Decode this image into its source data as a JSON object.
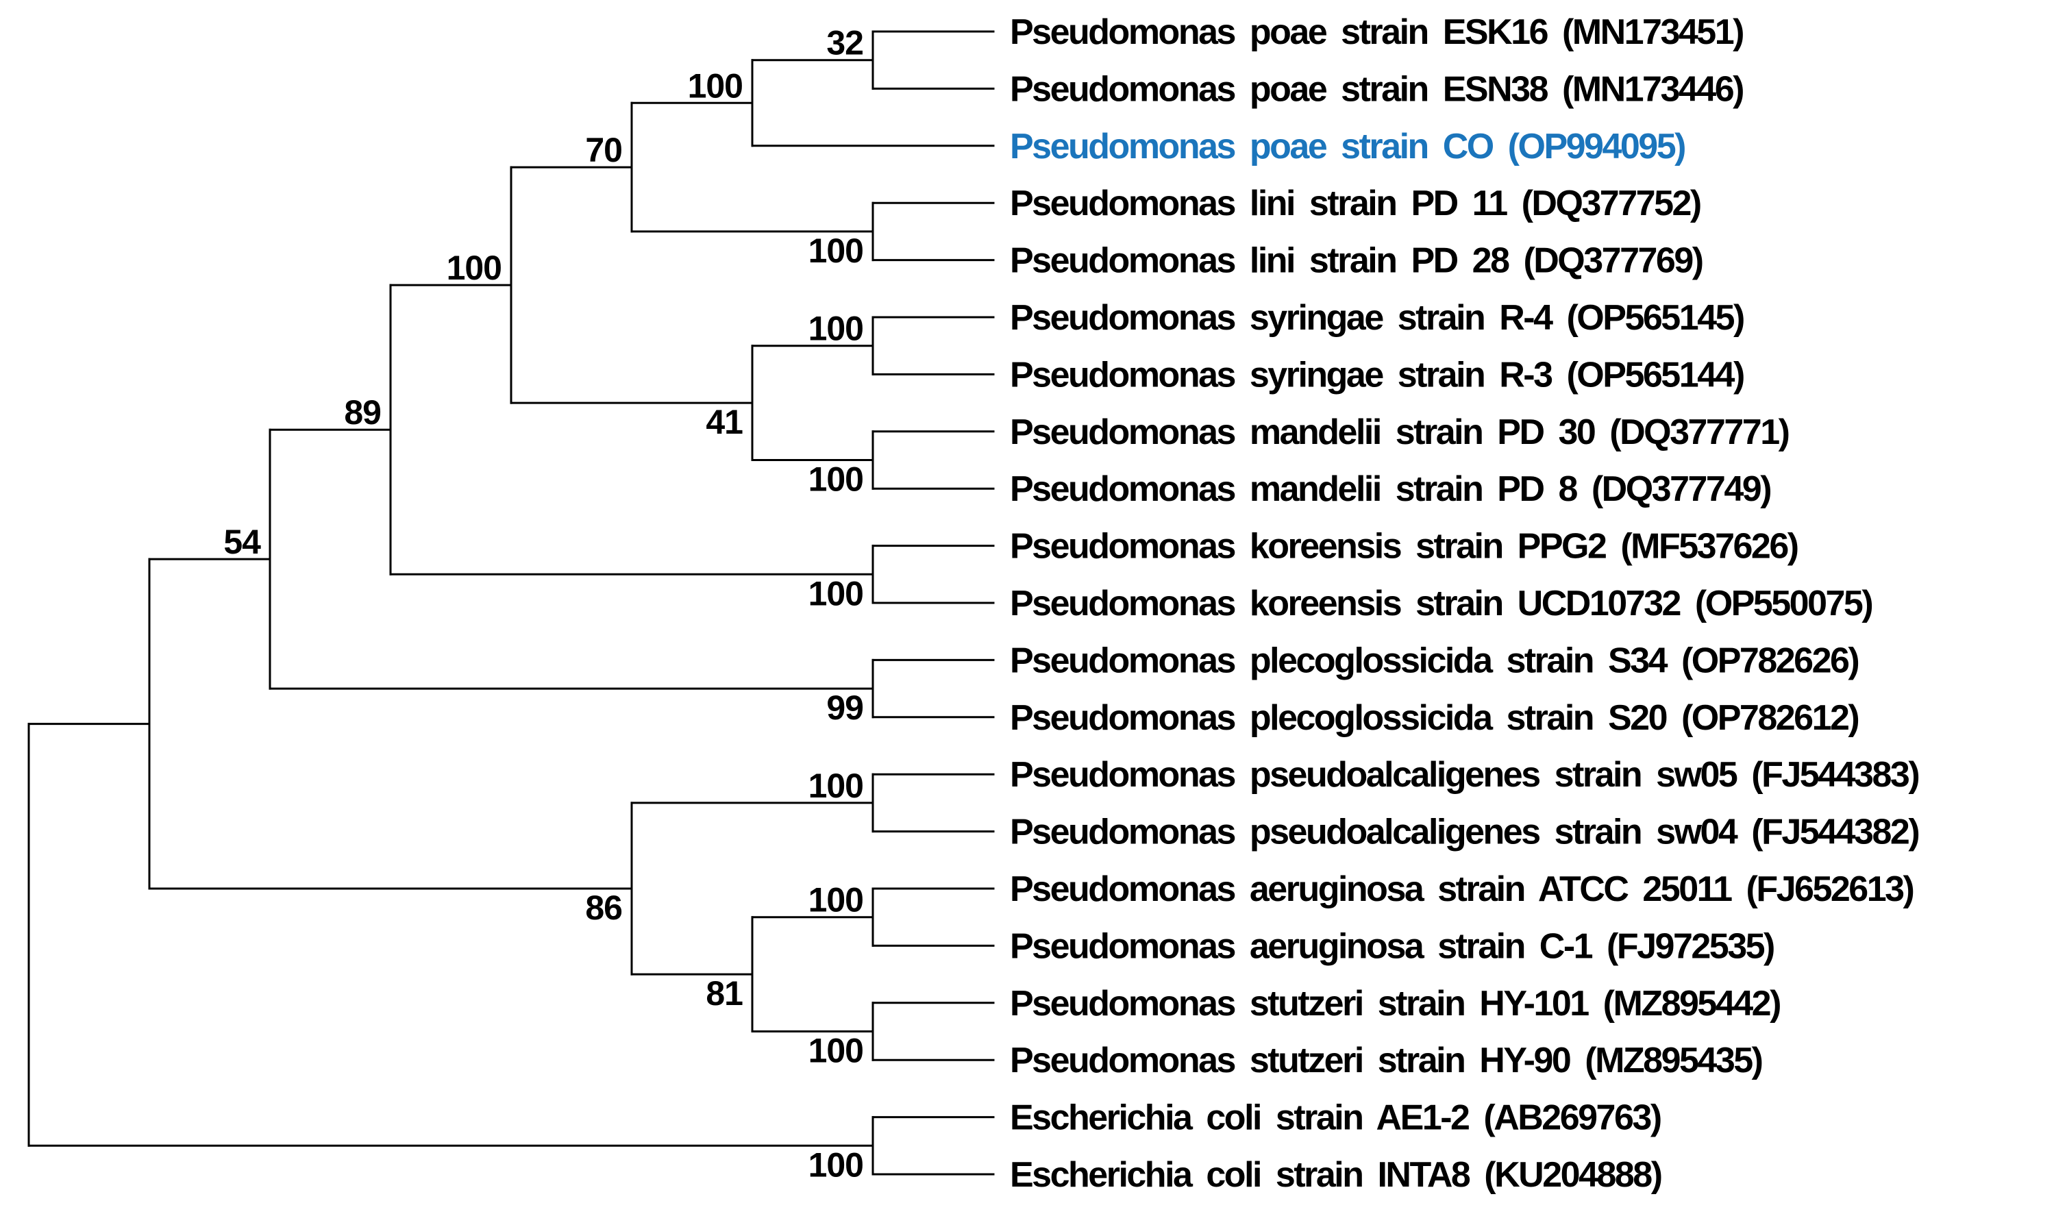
{
  "figure": {
    "type": "phylogenetic-tree-cladogram",
    "background_color": "#ffffff",
    "line_color": "#000000",
    "text_color": "#000000",
    "highlight_color": "#1B75BC"
  },
  "taxa": [
    {
      "label": "Pseudomonas poae strain ESK16 (MN173451)",
      "highlight": false
    },
    {
      "label": "Pseudomonas poae strain ESN38 (MN173446)",
      "highlight": false
    },
    {
      "label": "Pseudomonas poae strain CO (OP994095)",
      "highlight": true
    },
    {
      "label": "Pseudomonas lini strain PD 11 (DQ377752)",
      "highlight": false
    },
    {
      "label": "Pseudomonas lini strain PD 28 (DQ377769)",
      "highlight": false
    },
    {
      "label": "Pseudomonas syringae strain R-4 (OP565145)",
      "highlight": false
    },
    {
      "label": "Pseudomonas syringae strain R-3 (OP565144)",
      "highlight": false
    },
    {
      "label": "Pseudomonas mandelii strain PD 30 (DQ377771)",
      "highlight": false
    },
    {
      "label": "Pseudomonas mandelii strain PD 8 (DQ377749)",
      "highlight": false
    },
    {
      "label": "Pseudomonas koreensis strain PPG2 (MF537626)",
      "highlight": false
    },
    {
      "label": "Pseudomonas koreensis strain UCD10732 (OP550075)",
      "highlight": false
    },
    {
      "label": "Pseudomonas plecoglossicida strain S34 (OP782626)",
      "highlight": false
    },
    {
      "label": "Pseudomonas plecoglossicida strain S20 (OP782612)",
      "highlight": false
    },
    {
      "label": "Pseudomonas pseudoalcaligenes strain sw05 (FJ544383)",
      "highlight": false
    },
    {
      "label": "Pseudomonas pseudoalcaligenes strain sw04 (FJ544382)",
      "highlight": false
    },
    {
      "label": "Pseudomonas aeruginosa strain ATCC 25011 (FJ652613)",
      "highlight": false
    },
    {
      "label": "Pseudomonas aeruginosa strain C-1 (FJ972535)",
      "highlight": false
    },
    {
      "label": "Pseudomonas stutzeri strain HY-101 (MZ895442)",
      "highlight": false
    },
    {
      "label": "Pseudomonas stutzeri strain HY-90 (MZ895435)",
      "highlight": false
    },
    {
      "label": "Escherichia coli strain AE1-2 (AB269763)",
      "highlight": false
    },
    {
      "label": "Escherichia coli strain INTA8 (KU204888)",
      "highlight": false
    }
  ],
  "tree": {
    "name": "root",
    "children": [
      {
        "name": "pseudomonas-clade",
        "children": [
          {
            "name": "clade-54",
            "bootstrap": "54",
            "label_side": "above",
            "children": [
              {
                "name": "clade-89",
                "bootstrap": "89",
                "label_side": "above",
                "children": [
                  {
                    "name": "clade-100-core",
                    "bootstrap": "100",
                    "label_side": "above",
                    "children": [
                      {
                        "name": "clade-70",
                        "bootstrap": "70",
                        "label_side": "above",
                        "children": [
                          {
                            "name": "clade-100-poae",
                            "bootstrap": "100",
                            "label_side": "above",
                            "children": [
                              {
                                "name": "clade-32",
                                "bootstrap": "32",
                                "label_side": "above",
                                "children": [
                                  {
                                    "taxon": 0
                                  },
                                  {
                                    "taxon": 1
                                  }
                                ]
                              },
                              {
                                "taxon": 2
                              }
                            ]
                          },
                          {
                            "name": "clade-100-lini",
                            "bootstrap": "100",
                            "label_side": "below",
                            "children": [
                              {
                                "taxon": 3
                              },
                              {
                                "taxon": 4
                              }
                            ]
                          }
                        ]
                      },
                      {
                        "name": "clade-41",
                        "bootstrap": "41",
                        "label_side": "below",
                        "children": [
                          {
                            "name": "clade-100-syringae",
                            "bootstrap": "100",
                            "label_side": "above",
                            "children": [
                              {
                                "taxon": 5
                              },
                              {
                                "taxon": 6
                              }
                            ]
                          },
                          {
                            "name": "clade-100-mandelii",
                            "bootstrap": "100",
                            "label_side": "below",
                            "children": [
                              {
                                "taxon": 7
                              },
                              {
                                "taxon": 8
                              }
                            ]
                          }
                        ]
                      }
                    ]
                  },
                  {
                    "name": "clade-100-koreensis",
                    "bootstrap": "100",
                    "label_side": "below",
                    "children": [
                      {
                        "taxon": 9
                      },
                      {
                        "taxon": 10
                      }
                    ]
                  }
                ]
              },
              {
                "name": "clade-99-plecoglossicida",
                "bootstrap": "99",
                "label_side": "below",
                "children": [
                  {
                    "taxon": 11
                  },
                  {
                    "taxon": 12
                  }
                ]
              }
            ]
          },
          {
            "name": "clade-86",
            "bootstrap": "86",
            "label_side": "below",
            "children": [
              {
                "name": "clade-100-pseudoalcaligenes",
                "bootstrap": "100",
                "label_side": "above",
                "children": [
                  {
                    "taxon": 13
                  },
                  {
                    "taxon": 14
                  }
                ]
              },
              {
                "name": "clade-81",
                "bootstrap": "81",
                "label_side": "below",
                "children": [
                  {
                    "name": "clade-100-aeruginosa",
                    "bootstrap": "100",
                    "label_side": "above",
                    "children": [
                      {
                        "taxon": 15
                      },
                      {
                        "taxon": 16
                      }
                    ]
                  },
                  {
                    "name": "clade-100-stutzeri",
                    "bootstrap": "100",
                    "label_side": "below",
                    "children": [
                      {
                        "taxon": 17
                      },
                      {
                        "taxon": 18
                      }
                    ]
                  }
                ]
              }
            ]
          }
        ]
      },
      {
        "name": "clade-100-ecoli-outgroup",
        "bootstrap": "100",
        "label_side": "below",
        "children": [
          {
            "taxon": 19
          },
          {
            "taxon": 20
          }
        ]
      }
    ]
  }
}
